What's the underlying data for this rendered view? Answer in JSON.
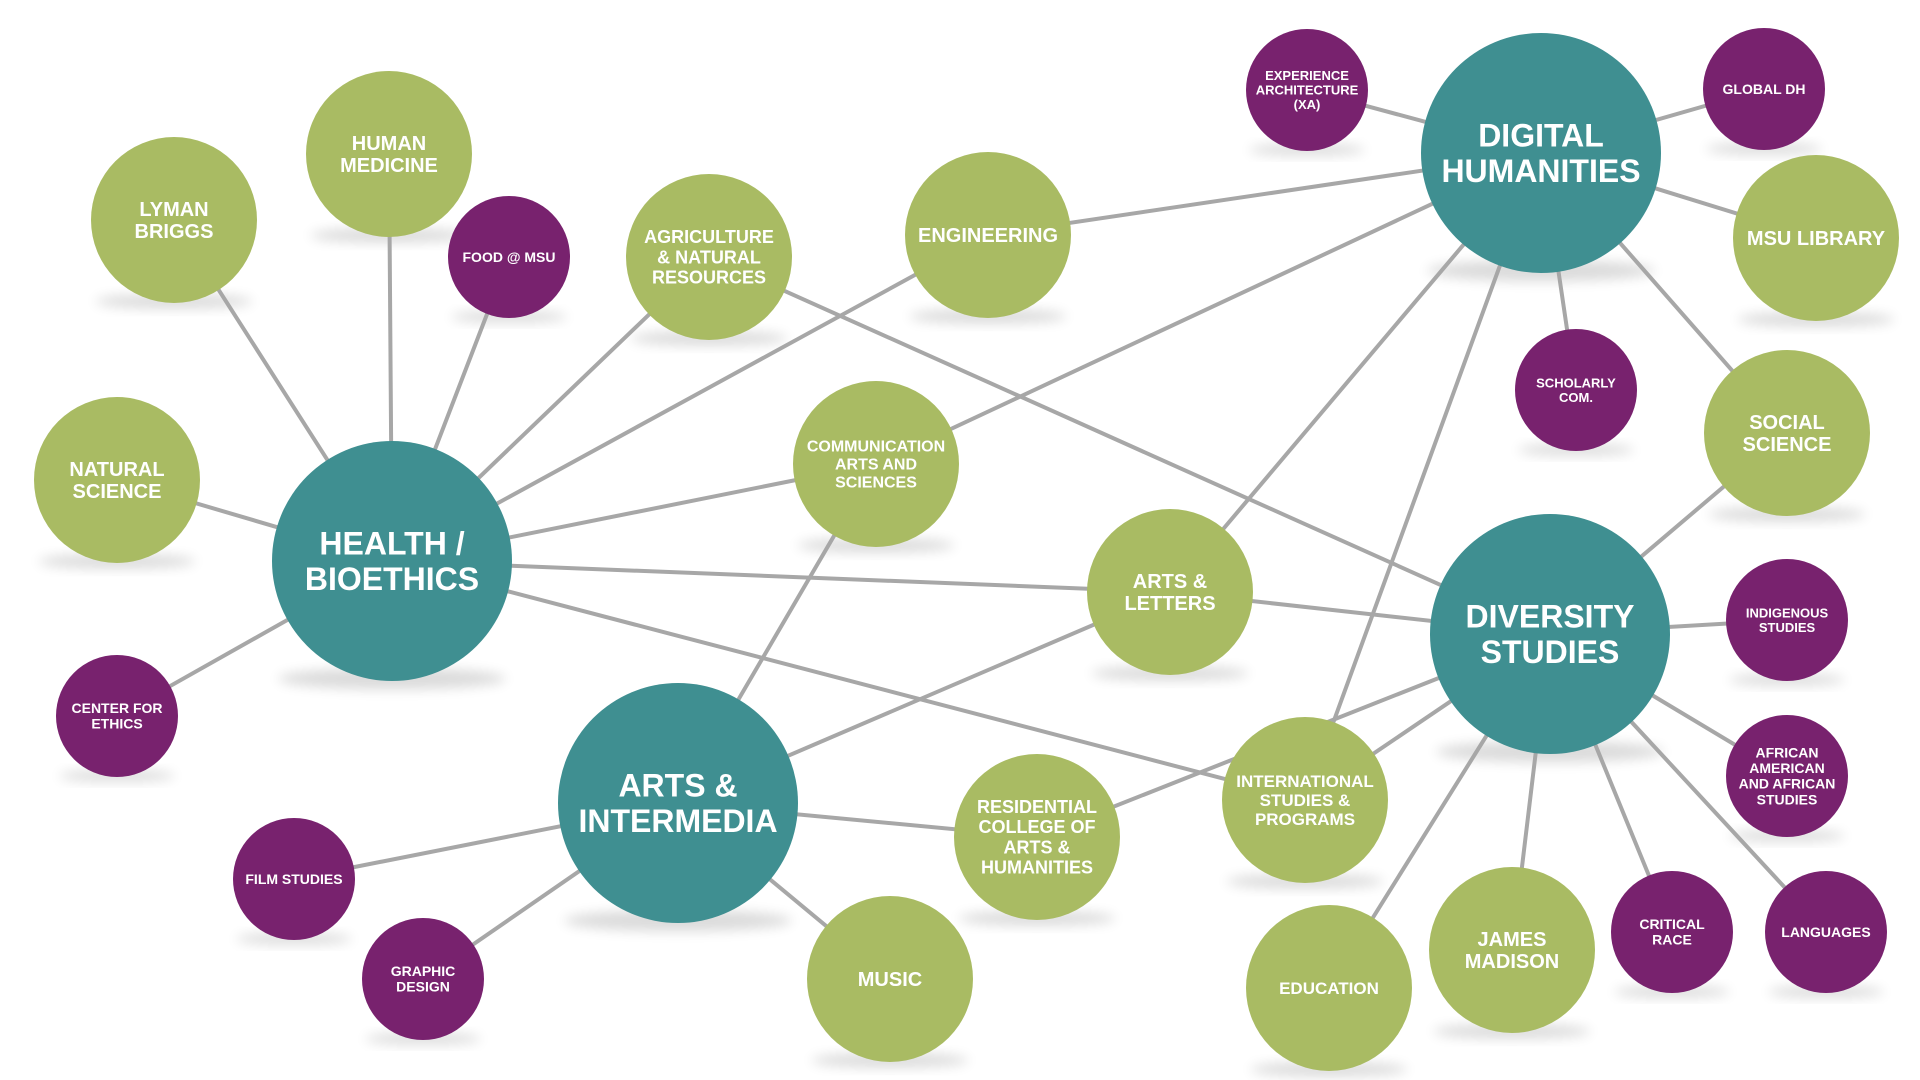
{
  "colors": {
    "hub": "#3f8f91",
    "college": "#a9bb63",
    "program": "#78226e",
    "connector": "#a7a7a7",
    "background": "#ffffff"
  },
  "nodes": [
    {
      "id": "health",
      "kind": "hub",
      "lines": [
        "HEALTH /",
        "BIOETHICS"
      ]
    },
    {
      "id": "digital",
      "kind": "hub",
      "lines": [
        "DIGITAL",
        "HUMANITIES"
      ]
    },
    {
      "id": "diversity",
      "kind": "hub",
      "lines": [
        "DIVERSITY",
        "STUDIES"
      ]
    },
    {
      "id": "arts-intermedia",
      "kind": "hub",
      "lines": [
        "ARTS &",
        "INTERMEDIA"
      ]
    },
    {
      "id": "lyman-briggs",
      "kind": "college",
      "lines": [
        "LYMAN",
        "BRIGGS"
      ]
    },
    {
      "id": "human-medicine",
      "kind": "college",
      "lines": [
        "HUMAN",
        "MEDICINE"
      ]
    },
    {
      "id": "natural-science",
      "kind": "college",
      "lines": [
        "NATURAL",
        "SCIENCE"
      ]
    },
    {
      "id": "agriculture",
      "kind": "college",
      "lines": [
        "AGRICULTURE",
        "& NATURAL",
        "RESOURCES"
      ]
    },
    {
      "id": "engineering",
      "kind": "college",
      "lines": [
        "ENGINEERING"
      ]
    },
    {
      "id": "communication",
      "kind": "college",
      "lines": [
        "COMMUNICATION",
        "ARTS AND",
        "SCIENCES"
      ]
    },
    {
      "id": "arts-letters",
      "kind": "college",
      "lines": [
        "ARTS &",
        "LETTERS"
      ]
    },
    {
      "id": "msu-library",
      "kind": "college",
      "lines": [
        "MSU LIBRARY"
      ]
    },
    {
      "id": "social-science",
      "kind": "college",
      "lines": [
        "SOCIAL",
        "SCIENCE"
      ]
    },
    {
      "id": "residential-college",
      "kind": "college",
      "lines": [
        "RESIDENTIAL",
        "COLLEGE OF",
        "ARTS &",
        "HUMANITIES"
      ]
    },
    {
      "id": "international",
      "kind": "college",
      "lines": [
        "INTERNATIONAL",
        "STUDIES &",
        "PROGRAMS"
      ]
    },
    {
      "id": "music",
      "kind": "college",
      "lines": [
        "MUSIC"
      ]
    },
    {
      "id": "education",
      "kind": "college",
      "lines": [
        "EDUCATION"
      ]
    },
    {
      "id": "james-madison",
      "kind": "college",
      "lines": [
        "JAMES",
        "MADISON"
      ]
    },
    {
      "id": "food-msu",
      "kind": "program",
      "lines": [
        "FOOD @ MSU"
      ]
    },
    {
      "id": "center-ethics",
      "kind": "program",
      "lines": [
        "CENTER FOR",
        "ETHICS"
      ]
    },
    {
      "id": "film-studies",
      "kind": "program",
      "lines": [
        "FILM STUDIES"
      ]
    },
    {
      "id": "graphic-design",
      "kind": "program",
      "lines": [
        "GRAPHIC",
        "DESIGN"
      ]
    },
    {
      "id": "experience-architecture",
      "kind": "program",
      "lines": [
        "EXPERIENCE",
        "ARCHITECTURE",
        "(XA)"
      ]
    },
    {
      "id": "global-dh",
      "kind": "program",
      "lines": [
        "GLOBAL DH"
      ]
    },
    {
      "id": "scholarly-com",
      "kind": "program",
      "lines": [
        "SCHOLARLY",
        "COM."
      ]
    },
    {
      "id": "indigenous",
      "kind": "program",
      "lines": [
        "INDIGENOUS",
        "STUDIES"
      ]
    },
    {
      "id": "african-american",
      "kind": "program",
      "lines": [
        "AFRICAN",
        "AMERICAN",
        "AND AFRICAN",
        "STUDIES"
      ]
    },
    {
      "id": "critical-race",
      "kind": "program",
      "lines": [
        "CRITICAL",
        "RACE"
      ]
    },
    {
      "id": "languages",
      "kind": "program",
      "lines": [
        "LANGUAGES"
      ]
    }
  ],
  "edges": [
    [
      "health",
      "lyman-briggs"
    ],
    [
      "health",
      "human-medicine"
    ],
    [
      "health",
      "food-msu"
    ],
    [
      "health",
      "agriculture"
    ],
    [
      "health",
      "engineering"
    ],
    [
      "health",
      "natural-science"
    ],
    [
      "health",
      "center-ethics"
    ],
    [
      "health",
      "communication"
    ],
    [
      "health",
      "arts-letters"
    ],
    [
      "health",
      "international"
    ],
    [
      "agriculture",
      "diversity"
    ],
    [
      "engineering",
      "digital"
    ],
    [
      "communication",
      "digital"
    ],
    [
      "communication",
      "arts-intermedia"
    ],
    [
      "digital",
      "experience-architecture"
    ],
    [
      "digital",
      "global-dh"
    ],
    [
      "digital",
      "msu-library"
    ],
    [
      "digital",
      "scholarly-com"
    ],
    [
      "digital",
      "social-science"
    ],
    [
      "digital",
      "arts-letters"
    ],
    [
      "digital",
      "international"
    ],
    [
      "arts-letters",
      "diversity"
    ],
    [
      "arts-letters",
      "arts-intermedia"
    ],
    [
      "social-science",
      "diversity"
    ],
    [
      "diversity",
      "indigenous"
    ],
    [
      "diversity",
      "african-american"
    ],
    [
      "diversity",
      "languages"
    ],
    [
      "diversity",
      "critical-race"
    ],
    [
      "diversity",
      "james-madison"
    ],
    [
      "diversity",
      "education"
    ],
    [
      "diversity",
      "international"
    ],
    [
      "diversity",
      "residential-college"
    ],
    [
      "arts-intermedia",
      "residential-college"
    ],
    [
      "arts-intermedia",
      "film-studies"
    ],
    [
      "arts-intermedia",
      "graphic-design"
    ],
    [
      "arts-intermedia",
      "music"
    ]
  ]
}
